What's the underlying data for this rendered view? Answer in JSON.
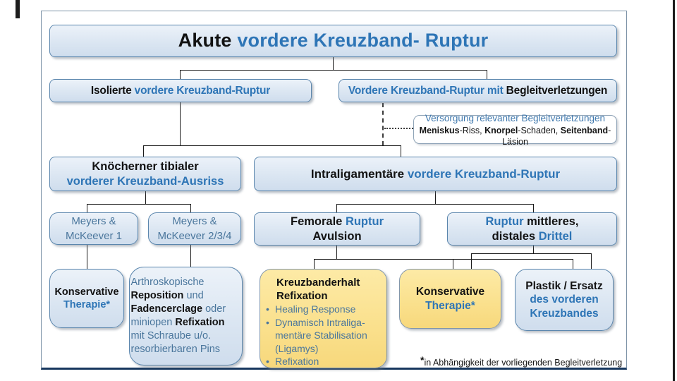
{
  "colors": {
    "accent_blue": "#2e75b6",
    "muted_blue": "#4a769c",
    "box_fill_blue": "#dbe6f2",
    "box_fill_yellow": "#fae08c",
    "box_border": "#5b86ad",
    "frame_bottom": "#17375e"
  },
  "title": {
    "black": "Akute ",
    "blue": "vordere Kreuzband- Ruptur"
  },
  "row2": {
    "isolierte": {
      "black": "Isolierte ",
      "blue": "vordere Kreuzband-Ruptur"
    },
    "begleit": {
      "blue": "Vordere Kreuzband-Ruptur mit ",
      "black": "Begleitverletzungen"
    }
  },
  "versorgung": {
    "line1": "Versorgung relevanter Begleitverletzungen",
    "l2s1": "Meniskus",
    "l2s2": "-Riss, ",
    "l2s3": "Knorpel",
    "l2s4": "-Schaden, ",
    "l2s5": "Seitenband",
    "l2s6": "-Läsion"
  },
  "row3": {
    "knoechern": {
      "line1": "Knöcherner tibialer",
      "line2": "vorderer Kreuzband-Ausriss"
    },
    "intralig": {
      "black": "Intraligamentäre ",
      "blue": "vordere Kreuzband-Ruptur"
    }
  },
  "row4": {
    "meyers1": {
      "line1": "Meyers &",
      "line2": "McKeever 1"
    },
    "meyers234": {
      "line1": "Meyers &",
      "line2": "McKeever 2/3/4"
    },
    "femorale": {
      "l1_black": "Femorale ",
      "l1_blue": "Ruptur",
      "l2_black": "Avulsion"
    },
    "ruptur_mittel": {
      "l1_blue": "Ruptur ",
      "l1_black": "mittleres,",
      "l2_black": "distales ",
      "l2_blue": "Drittel"
    }
  },
  "row5": {
    "konservativ_links": {
      "black": "Konservative",
      "blue": "Therapie*"
    },
    "arthro": {
      "l1": "Arthroskopische",
      "l2_bold": "Reposition",
      "l2_rest": " und",
      "l3_bold": "Fadencerclage",
      "l3_rest": " oder",
      "l4_rest": "miniopen ",
      "l4_bold": "Refixation",
      "l5": "mit Schraube u/o.",
      "l6": "resorbierbaren Pins"
    },
    "kreuzbanderhalt": {
      "h1": "Kreuzbanderhalt",
      "h2": "Refixation",
      "bullet": "•",
      "b1": "Healing Response",
      "b2l1": "Dynamisch Intraliga-",
      "b2l2": "mentäre Stabilisation",
      "b2l3": "(Ligamys)",
      "b3": "Refixation"
    },
    "konservativ_gelb": {
      "black": "Konservative",
      "blue": "Therapie*"
    },
    "plastik": {
      "l1": "Plastik / Ersatz",
      "l2": "des vorderen",
      "l3": "Kreuzbandes"
    }
  },
  "footnote": {
    "star": "*",
    "text": "in Abhängigkeit der vorliegenden Begleitverletzung"
  }
}
